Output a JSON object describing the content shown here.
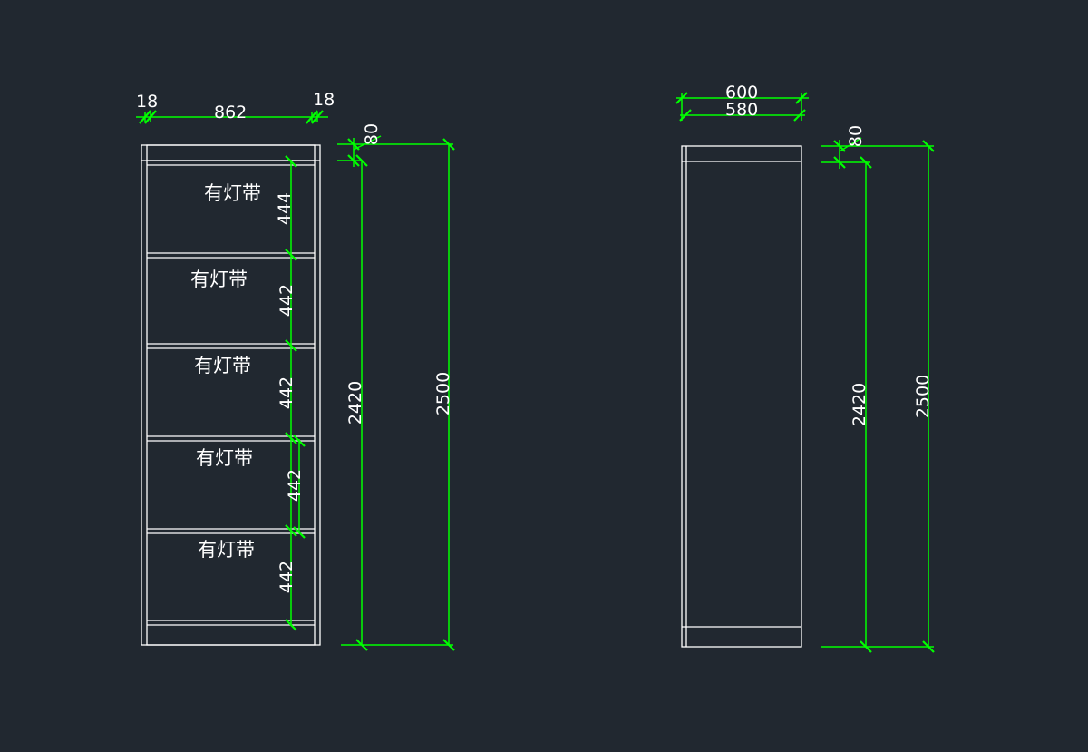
{
  "front_view": {
    "overall_width_label": "862",
    "side_thickness_left_label": "18",
    "side_thickness_right_label": "18",
    "top_height_label": "80",
    "inner_height_label": "2420",
    "total_height_label": "2500",
    "compartments": [
      {
        "label": "有灯带",
        "height_label": "444"
      },
      {
        "label": "有灯带",
        "height_label": "442"
      },
      {
        "label": "有灯带",
        "height_label": "442"
      },
      {
        "label": "有灯带",
        "height_label": "442"
      },
      {
        "label": "有灯带",
        "height_label": "442"
      }
    ]
  },
  "side_view": {
    "outer_depth_label": "600",
    "inner_depth_label": "580",
    "top_height_label": "80",
    "inner_height_label": "2420",
    "total_height_label": "2500"
  },
  "colors": {
    "background": "#212830",
    "dimension": "#00ff00",
    "outline": "#ffffff"
  }
}
